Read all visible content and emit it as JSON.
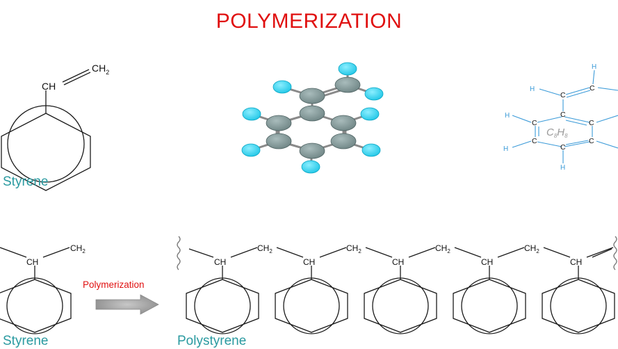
{
  "title": "POLYMERIZATION",
  "top": {
    "styrene_label": "Styrene",
    "struct_ch": "CH",
    "struct_ch2": "CH",
    "struct_ch2_sub": "2",
    "formula_c": "C",
    "formula_c_sub": "8",
    "formula_h": "H",
    "formula_h_sub": "8",
    "atom_c": "C",
    "atom_h": "H"
  },
  "bottom": {
    "monomer_label": "Styrene",
    "polymer_label": "Polystyrene",
    "arrow_label": "Polymerization",
    "ch": "CH",
    "ch2": "CH",
    "ch2_sub": "2"
  },
  "colors": {
    "title": "#e01010",
    "label": "#2a9aa0",
    "carbon": "#7f9494",
    "hydrogen": "#2fd3f0",
    "skeletal_blue": "#3a9ad8"
  }
}
